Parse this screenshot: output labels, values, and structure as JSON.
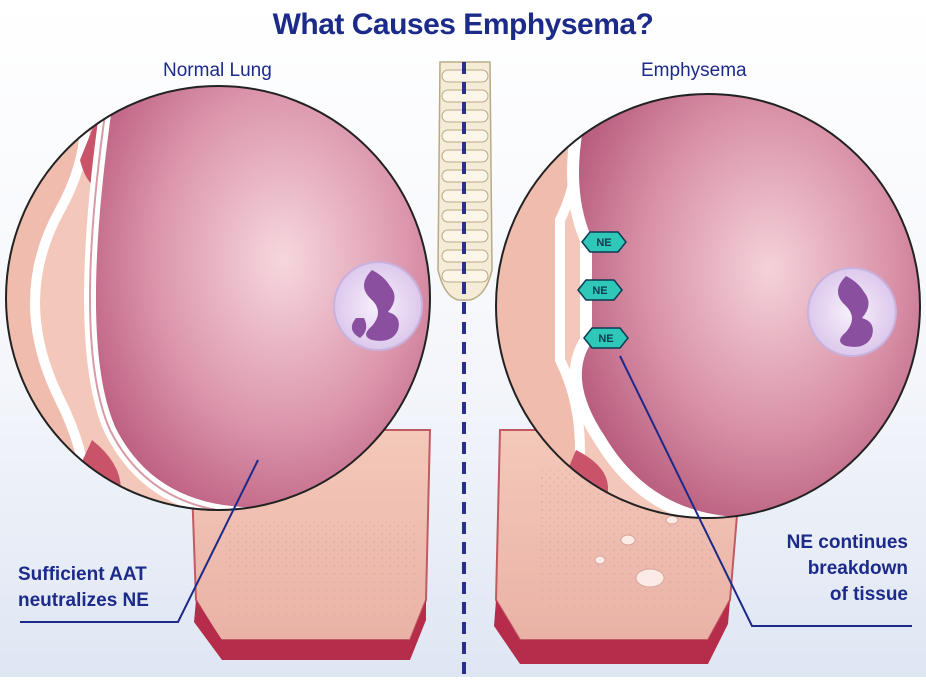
{
  "title": "What Causes Emphysema?",
  "panels": {
    "left": {
      "label": "Normal Lung"
    },
    "right": {
      "label": "Emphysema"
    }
  },
  "callouts": {
    "left": [
      "Sufficient AAT",
      "neutralizes NE"
    ],
    "right": [
      "NE continues",
      "breakdown",
      "of tissue"
    ]
  },
  "enzyme_label": "NE",
  "enzyme_ne_label": "NE",
  "colors": {
    "text": "#1c2a8a",
    "divider": "#2a2f8c",
    "bubble": "#c96e90",
    "tissue": "#f1c2b4",
    "dark_tissue": "#b52d4a",
    "enzyme": "#2ec7b8"
  },
  "icons": [
    "trachea-icon",
    "neutrophil-icon",
    "ne-enzyme-icon"
  ]
}
